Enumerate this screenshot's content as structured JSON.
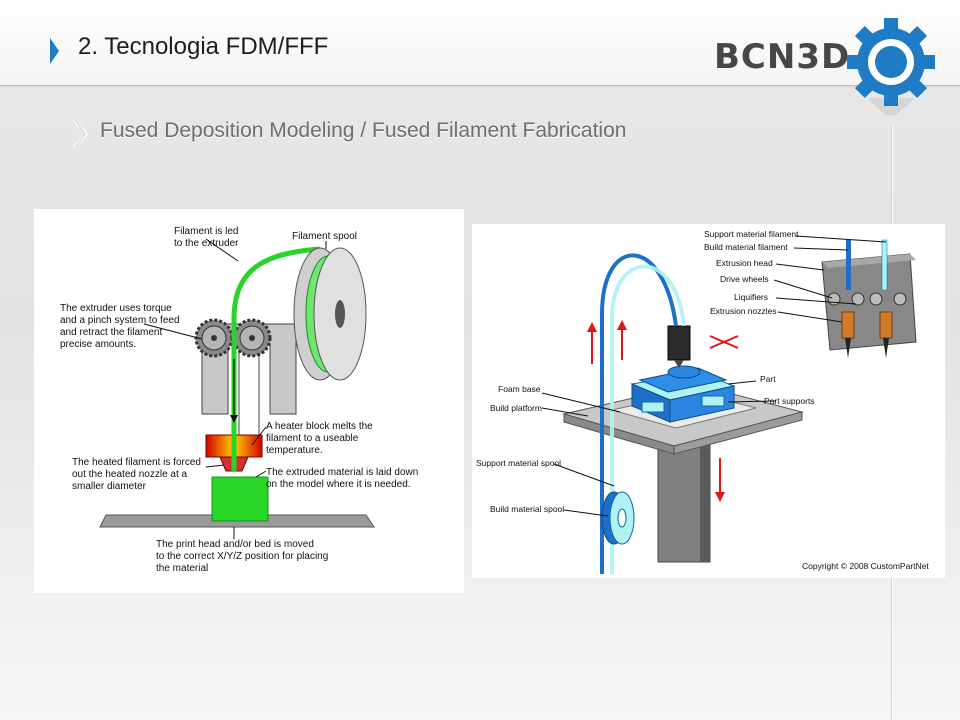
{
  "slide": {
    "title": "2. Tecnologia FDM/FFF",
    "subtitle": "Fused Deposition Modeling / Fused Filament Fabrication",
    "logo_text": "BCN3D",
    "colors": {
      "accent": "#1f7bc4",
      "logo_gray": "#4a4a4a",
      "filament": "#29d429"
    }
  },
  "left_diagram": {
    "labels": {
      "filament_led_1": "Filament is led",
      "filament_led_2": "to the extruder",
      "filament_spool": "Filament spool",
      "extruder_1": "The extruder uses torque",
      "extruder_2": "and a pinch system to feed",
      "extruder_3": "and retract the filament",
      "extruder_4": "precise amounts.",
      "heater_1": "A heater block melts the",
      "heater_2": "filament to a useable",
      "heater_3": "temperature.",
      "nozzle_1": "The heated filament is forced",
      "nozzle_2": "out the heated nozzle at a",
      "nozzle_3": "smaller diameter",
      "laid_1": "The extruded material is laid down",
      "laid_2": "on the model where it is needed.",
      "bed_1": "The print head and/or bed is moved",
      "bed_2": "to the correct X/Y/Z position for placing",
      "bed_3": "the material"
    }
  },
  "right_diagram": {
    "labels": {
      "support_filament": "Support material filament",
      "build_filament": "Build material filament",
      "extrusion_head": "Extrusion head",
      "drive_wheels": "Drive wheels",
      "liquifiers": "Liquifiers",
      "extrusion_nozzles": "Extrusion nozzles",
      "part": "Part",
      "part_supports": "Part supports",
      "foam_base": "Foam base",
      "build_platform": "Build platform",
      "support_spool": "Support material spool",
      "build_spool": "Build material spool",
      "copyright": "Copyright © 2008 CustomPartNet"
    }
  }
}
